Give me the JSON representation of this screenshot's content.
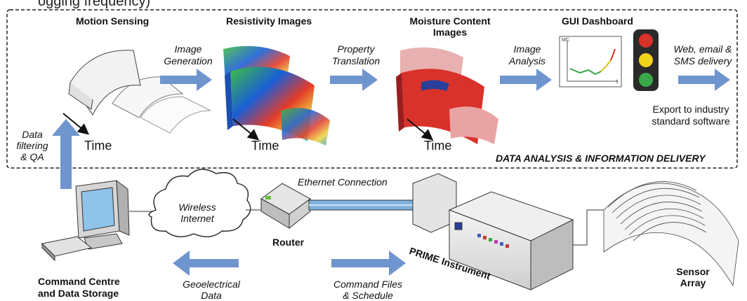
{
  "top_cut_text": "ogging frequency)",
  "panel": {
    "title": "DATA ANALYSIS & INFORMATION DELIVERY",
    "stages": {
      "motion": "Motion Sensing",
      "resistivity": "Resistivity Images",
      "moisture_line1": "Moisture Content",
      "moisture_line2": "Images",
      "gui": "GUI Dashboard"
    },
    "time_label": "Time",
    "arrows": {
      "image_generation_1": "Image",
      "image_generation_2": "Generation",
      "property_translation_1": "Property",
      "property_translation_2": "Translation",
      "image_analysis_1": "Image",
      "image_analysis_2": "Analysis",
      "delivery_1": "Web, email &",
      "delivery_2": "SMS delivery"
    },
    "export_1": "Export to industry",
    "export_2": "standard software",
    "chart_axis_y": "MC",
    "chart_axis_x": "t"
  },
  "left_label": {
    "l1": "Data",
    "l2": "filtering",
    "l3": "& QA"
  },
  "network": {
    "ethernet": "Ethernet Connection",
    "wireless_1": "Wireless",
    "wireless_2": "Internet",
    "router": "Router",
    "instrument": "PRIME Instrument",
    "sensor_1": "Sensor",
    "sensor_2": "Array",
    "command_1": "Command Centre",
    "command_2": "and Data Storage",
    "geo_1": "Geoelectrical",
    "geo_2": "Data",
    "cmdfiles_1": "Command Files",
    "cmdfiles_2": "& Schedule"
  },
  "colors": {
    "arrow_blue": "#6f95cf",
    "red_light": "#d9322b",
    "yellow_light": "#f2d21b",
    "green_light": "#3aa84a"
  }
}
